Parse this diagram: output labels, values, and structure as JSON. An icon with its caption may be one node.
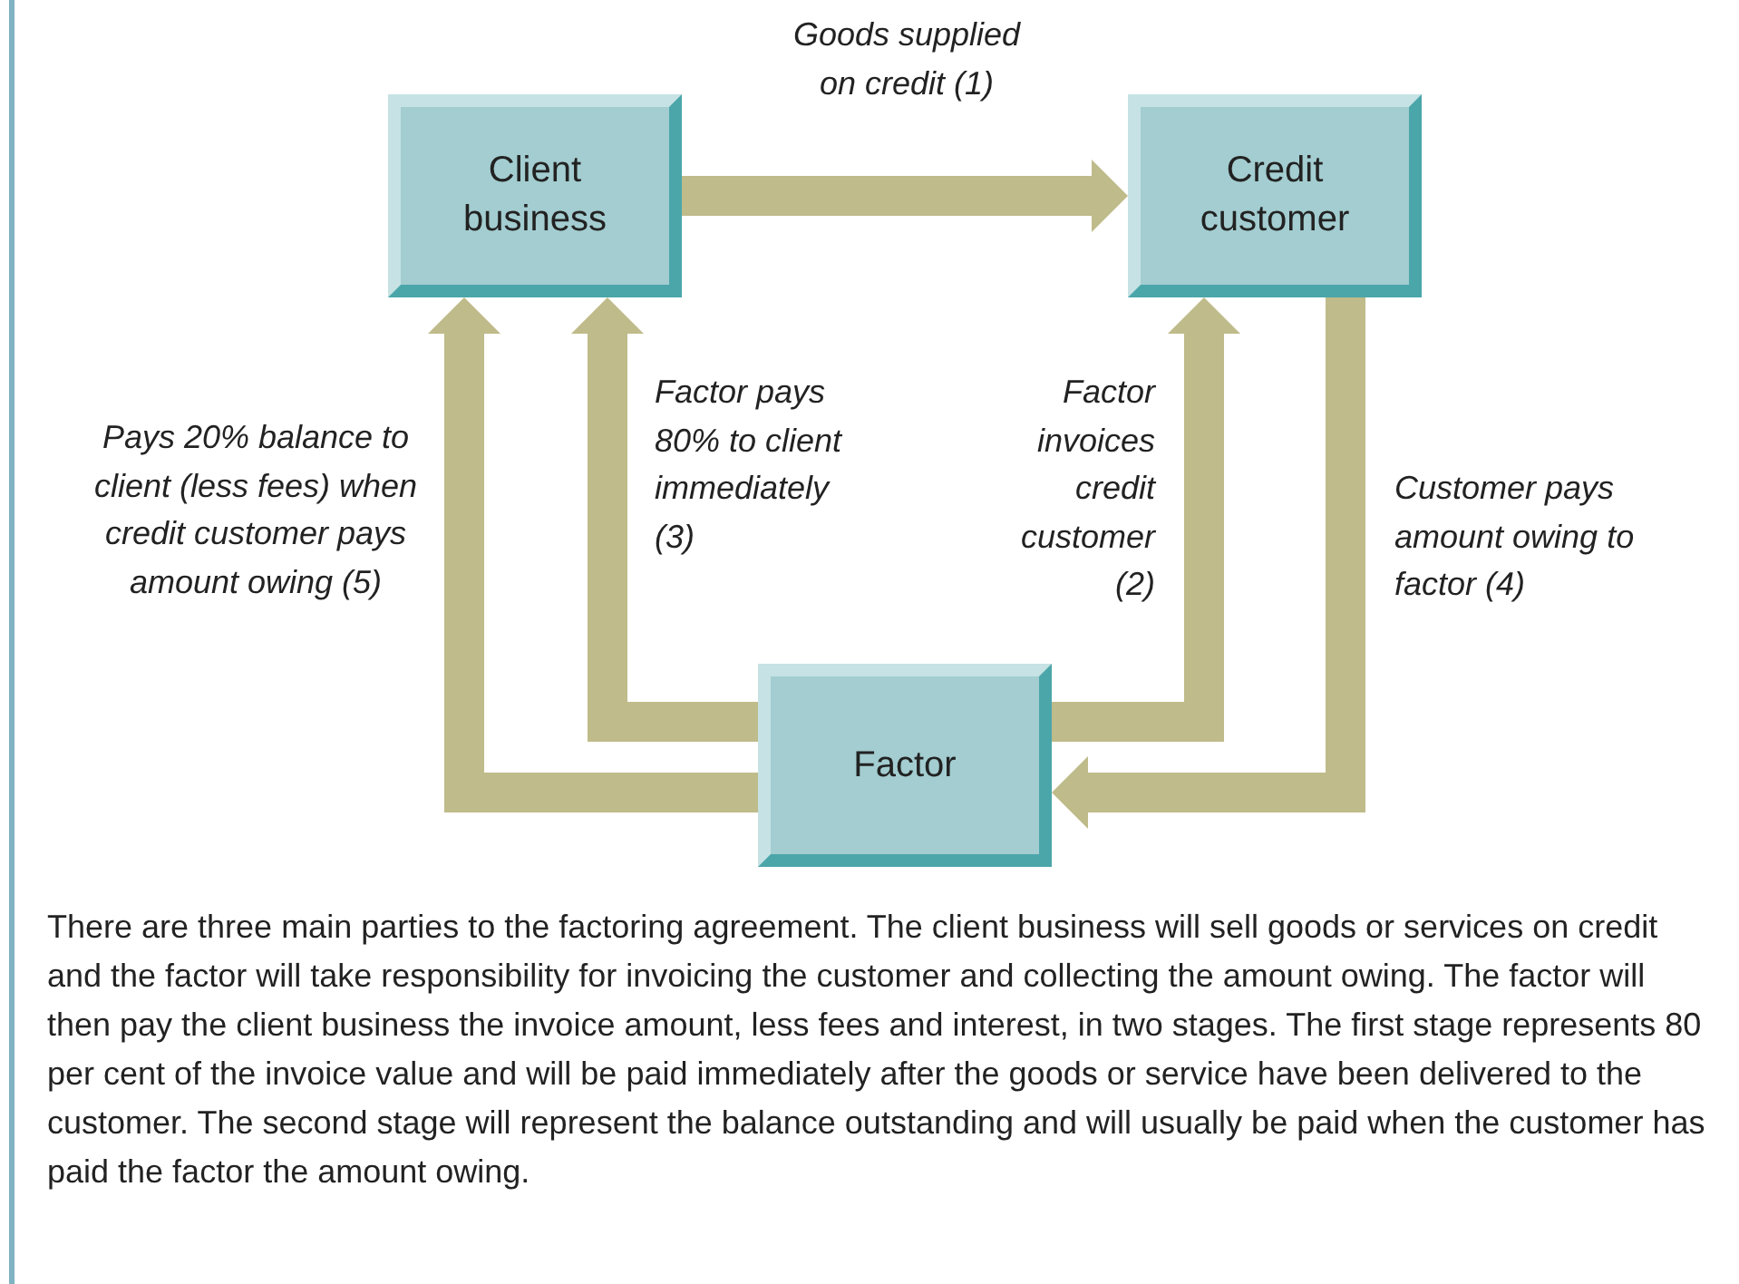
{
  "diagram": {
    "caption": "There are three main parties to the factoring agreement. The client business will sell goods or services on credit and the factor will take responsibility for invoicing the customer and collecting the amount owing. The factor will then pay the client business the invoice amount, less fees and interest, in two stages. The first stage represents 80 per cent of the invoice value and will be paid immediately after the goods or service have been delivered to the customer. The second stage will represent the balance outstanding and will usually be paid when the customer has paid the factor the amount owing.",
    "nodes": [
      {
        "text": [
          "Client business"
        ]
      },
      {
        "text": [
          "Credit customer"
        ]
      },
      {
        "text": [
          "Factor"
        ]
      }
    ],
    "edges": [
      {
        "from": 0,
        "to": 1,
        "arrow": "to",
        "label": "Goods supplied on credit (1)"
      },
      {
        "from": 2,
        "to": 0,
        "arrow": "to",
        "label": "Pays 20% balance to client (less fees) when credit customer pays amount owing (5)"
      },
      {
        "from": 2,
        "to": 0,
        "arrow": "to",
        "label": "Factor pays 80% to client immediately (3)"
      },
      {
        "from": 2,
        "to": 1,
        "arrow": "to",
        "label": "Factor invoices credit customer (2)"
      },
      {
        "from": 1,
        "to": 2,
        "arrow": "to",
        "label": "Customer pays amount owing to factor (4)"
      }
    ]
  }
}
